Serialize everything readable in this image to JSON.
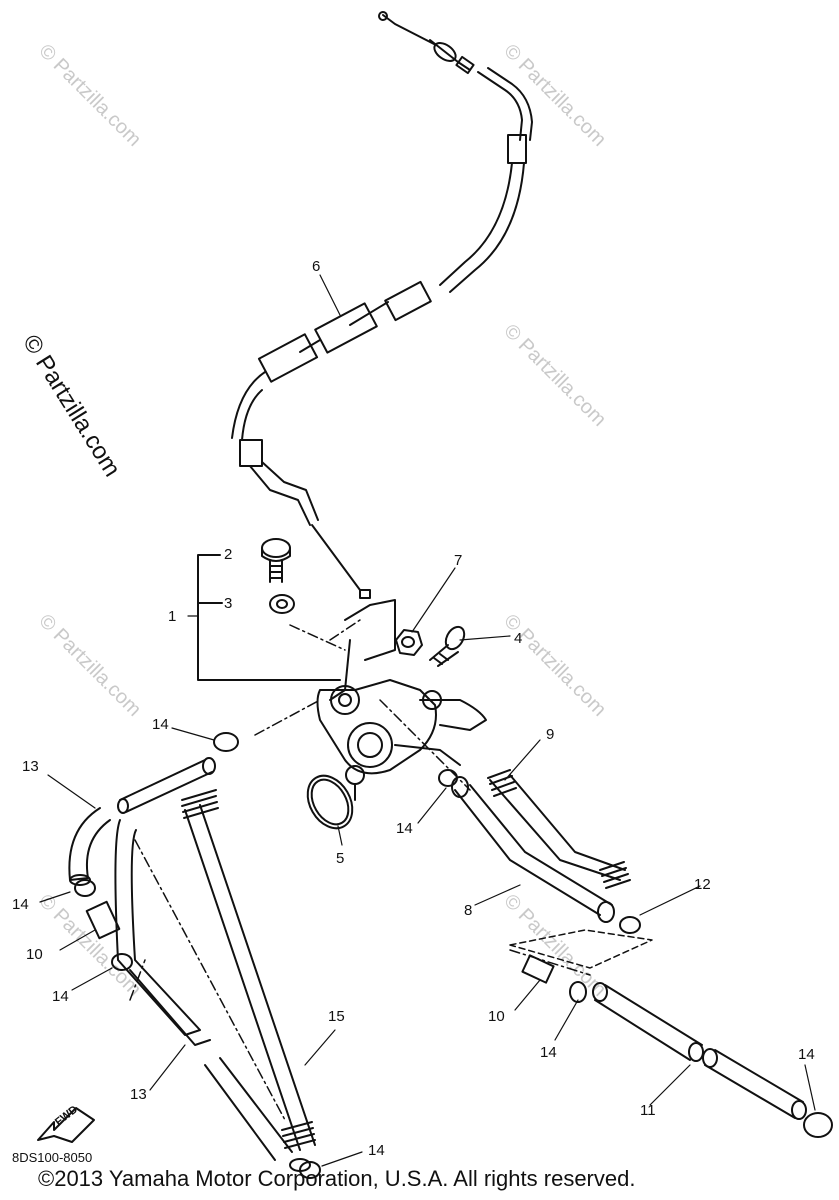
{
  "watermark": {
    "small": "© Partzilla.com",
    "large": "© Partzilla.com"
  },
  "callouts": [
    "1",
    "2",
    "3",
    "4",
    "5",
    "6",
    "7",
    "8",
    "9",
    "10",
    "10",
    "11",
    "12",
    "13",
    "13",
    "14",
    "14",
    "14",
    "14",
    "14",
    "14",
    "15"
  ],
  "fwd_label": "FWD",
  "drawing_code": "8DS100-8050",
  "copyright": "©2013  Yamaha Motor Corporation, U.S.A. All rights reserved.",
  "colors": {
    "ink": "#111111",
    "watermark": "#c9c9c9"
  }
}
